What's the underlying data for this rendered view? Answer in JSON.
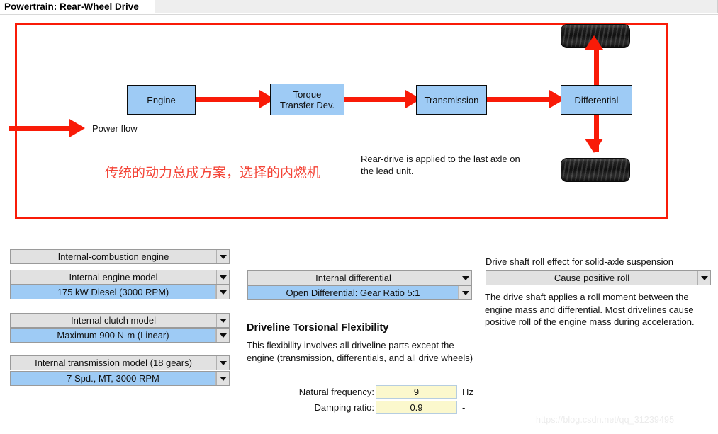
{
  "window": {
    "title": "Powertrain: Rear-Wheel Drive"
  },
  "diagram": {
    "blocks": [
      {
        "name": "engine",
        "label": "Engine"
      },
      {
        "name": "torque-transfer-device",
        "label": "Torque\nTransfer Dev."
      },
      {
        "name": "transmission",
        "label": "Transmission"
      },
      {
        "name": "differential",
        "label": "Differential"
      }
    ],
    "block_labels": {
      "engine": "Engine",
      "torque_line1": "Torque",
      "torque_line2": "Transfer Dev.",
      "transmission": "Transmission",
      "differential": "Differential"
    },
    "power_flow_label": "Power flow",
    "chinese_note": "传统的动力总成方案，选择的内燃机",
    "rear_drive_note": "Rear-drive is applied to the last axle on the lead unit.",
    "border_color": "#f91b08",
    "block_fill": "#9ecbf5",
    "wheel_count": 2
  },
  "controls": {
    "left_column": {
      "powertrain_type": "Internal-combustion engine",
      "engine_model_label": "Internal engine model",
      "engine_model_value": "175 kW Diesel (3000 RPM)",
      "clutch_model_label": "Internal clutch model",
      "clutch_model_value": "Maximum 900 N-m (Linear)",
      "transmission_model_label": "Internal transmission model (18 gears)",
      "transmission_model_value": "7 Spd., MT, 3000 RPM"
    },
    "middle_column": {
      "differential_label": "Internal differential",
      "differential_value": "Open Differential: Gear Ratio 5:1",
      "torsional_heading": "Driveline Torsional Flexibility",
      "torsional_body": "This flexibility involves all driveline parts except the engine (transmission, differentials, and all drive wheels)",
      "natural_frequency_label": "Natural frequency:",
      "natural_frequency_value": "9",
      "natural_frequency_unit": "Hz",
      "damping_ratio_label": "Damping ratio:",
      "damping_ratio_value": "0.9",
      "damping_ratio_unit": "-"
    },
    "right_column": {
      "roll_effect_label": "Drive shaft roll effect for solid-axle suspension",
      "roll_effect_value": "Cause positive roll",
      "roll_effect_body": "The drive shaft applies a roll moment between the engine mass and differential.  Most drivelines cause positive roll of the engine mass during acceleration."
    }
  },
  "watermark": {
    "text": "https://blog.csdn.net/qq_31239495"
  }
}
